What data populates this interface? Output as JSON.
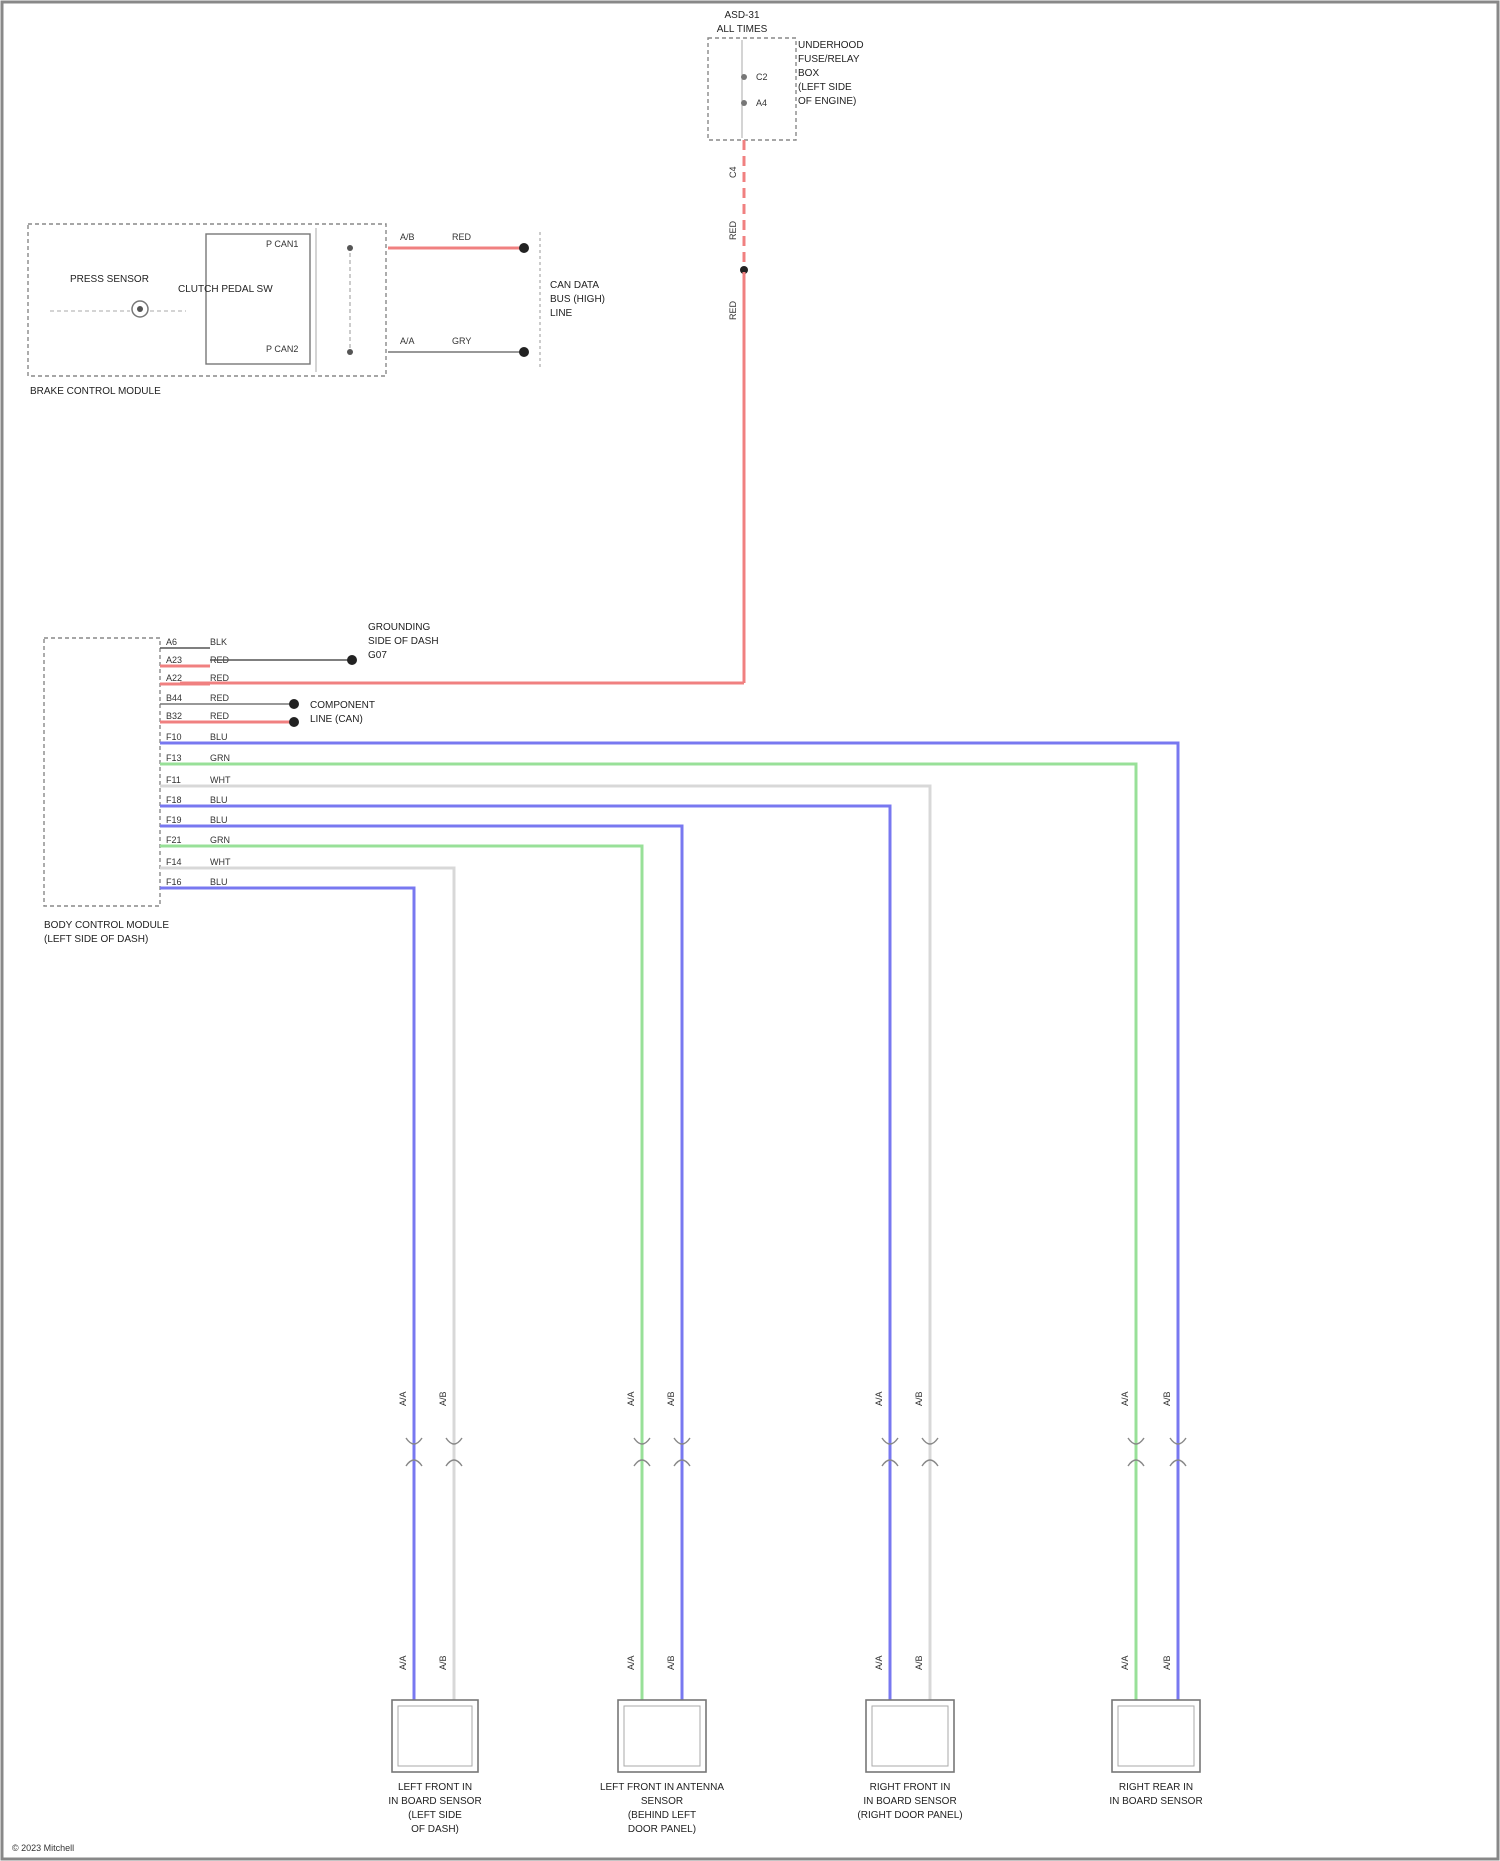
{
  "colors": {
    "red": "#f08080",
    "blue": "#7878f0",
    "green": "#98e098",
    "white_wire": "#d8d8d8",
    "dark_wire": "#555555",
    "frame": "#888888"
  },
  "top_fuse": {
    "header": "ASD-31",
    "header2": "ALL TIMES",
    "side_text": [
      "UNDERHOOD",
      "FUSE/RELAY",
      "BOX",
      "(LEFT SIDE",
      "OF ENGINE)"
    ],
    "pins": [
      "C2",
      "A4"
    ],
    "wire_labels": [
      "C4",
      "RED",
      "RED"
    ]
  },
  "brake_module": {
    "caption": "BRAKE CONTROL MODULE",
    "inner_left": "PRESS SENSOR",
    "inner_right": "CLUTCH PEDAL SW",
    "pins": [
      "P CAN1",
      "P CAN2"
    ],
    "wire_labels_top": [
      "A/B",
      "RED"
    ],
    "wire_labels_bottom": [
      "A/A",
      "GRY"
    ],
    "right_text": [
      "CAN DATA",
      "BUS (HIGH)",
      "LINE"
    ]
  },
  "body_module": {
    "caption_line1": "BODY CONTROL MODULE",
    "caption_line2": "(LEFT SIDE OF DASH)",
    "pins": [
      "A6",
      "A23",
      "A22",
      "B44",
      "B32",
      "F10",
      "F13",
      "F11",
      "F18",
      "F19",
      "F21",
      "F14",
      "F16"
    ],
    "wire_colors": [
      "BLK",
      "RED",
      "RED",
      "RED",
      "RED",
      "BLU",
      "GRN",
      "WHT",
      "BLU",
      "BLU",
      "GRN",
      "WHT",
      "BLU"
    ],
    "ground_text": [
      "GROUNDING",
      "SIDE OF DASH",
      "G07"
    ],
    "can_text": [
      "COMPONENT",
      "LINE (CAN)"
    ]
  },
  "connector_labels": {
    "upper": [
      "A/A",
      "A/B"
    ],
    "lower": [
      "A/A",
      "A/B"
    ]
  },
  "sensors": [
    {
      "line1": "LEFT FRONT IN",
      "line2": "IN BOARD SENSOR",
      "line3": "(LEFT SIDE",
      "line4": "OF DASH)"
    },
    {
      "line1": "LEFT FRONT IN ANTENNA",
      "line2": "SENSOR",
      "line3": "(BEHIND LEFT",
      "line4": "DOOR PANEL)"
    },
    {
      "line1": "RIGHT FRONT IN",
      "line2": "IN BOARD SENSOR",
      "line3": "(RIGHT DOOR PANEL)",
      "line4": ""
    },
    {
      "line1": "RIGHT REAR IN",
      "line2": "IN BOARD SENSOR",
      "line3": "",
      "line4": ""
    }
  ],
  "footer": "© 2023 Mitchell"
}
